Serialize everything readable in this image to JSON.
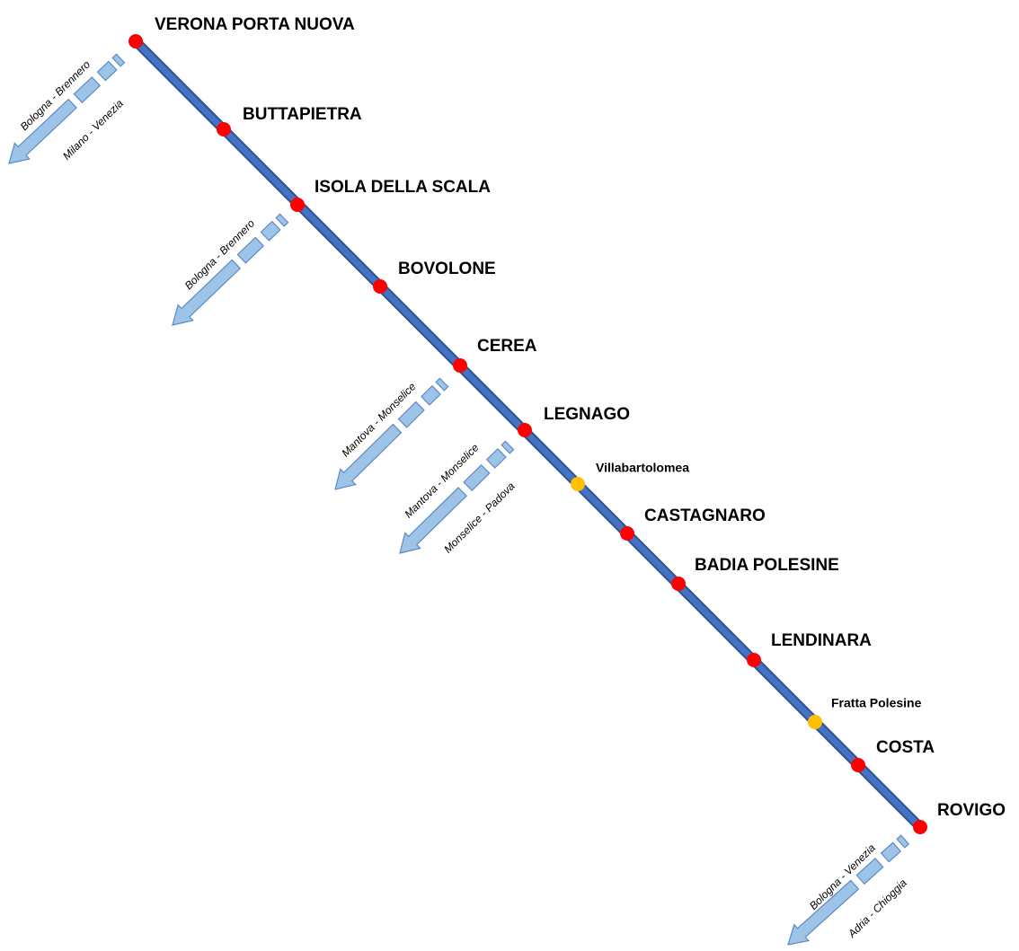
{
  "colors": {
    "line": "#4472c4",
    "line_edge": "#2f528f",
    "major_station": "#ff0000",
    "minor_station": "#ffc000",
    "connection_fill": "#9dc3e6",
    "connection_edge": "#5b8bc5"
  },
  "stations": [
    {
      "name": "VERONA PORTA NUOVA",
      "type": "major"
    },
    {
      "name": "BUTTAPIETRA",
      "type": "major"
    },
    {
      "name": "ISOLA DELLA SCALA",
      "type": "major"
    },
    {
      "name": "BOVOLONE",
      "type": "major"
    },
    {
      "name": "CEREA",
      "type": "major"
    },
    {
      "name": "LEGNAGO",
      "type": "major"
    },
    {
      "name": "Villabartolomea",
      "type": "minor"
    },
    {
      "name": "CASTAGNARO",
      "type": "major"
    },
    {
      "name": "BADIA POLESINE",
      "type": "major"
    },
    {
      "name": "LENDINARA",
      "type": "major"
    },
    {
      "name": "Fratta Polesine",
      "type": "minor"
    },
    {
      "name": "COSTA",
      "type": "major"
    },
    {
      "name": "ROVIGO",
      "type": "major"
    }
  ],
  "connections": [
    {
      "station": "VERONA PORTA NUOVA",
      "labels": [
        "Bologna - Brennero",
        "Milano - Venezia"
      ],
      "icon": "arrow-down-left-icon"
    },
    {
      "station": "ISOLA DELLA SCALA",
      "labels": [
        "Bologna - Brennero"
      ],
      "icon": "arrow-down-left-icon"
    },
    {
      "station": "CEREA",
      "labels": [
        "Mantova - Monselice"
      ],
      "icon": "arrow-down-left-icon"
    },
    {
      "station": "LEGNAGO",
      "labels": [
        "Mantova - Monselice",
        "Monselice - Padova"
      ],
      "icon": "arrow-down-left-icon"
    },
    {
      "station": "ROVIGO",
      "labels": [
        "Bologna - Venezia",
        "Adria - Chioggia"
      ],
      "icon": "arrow-down-left-icon"
    }
  ]
}
